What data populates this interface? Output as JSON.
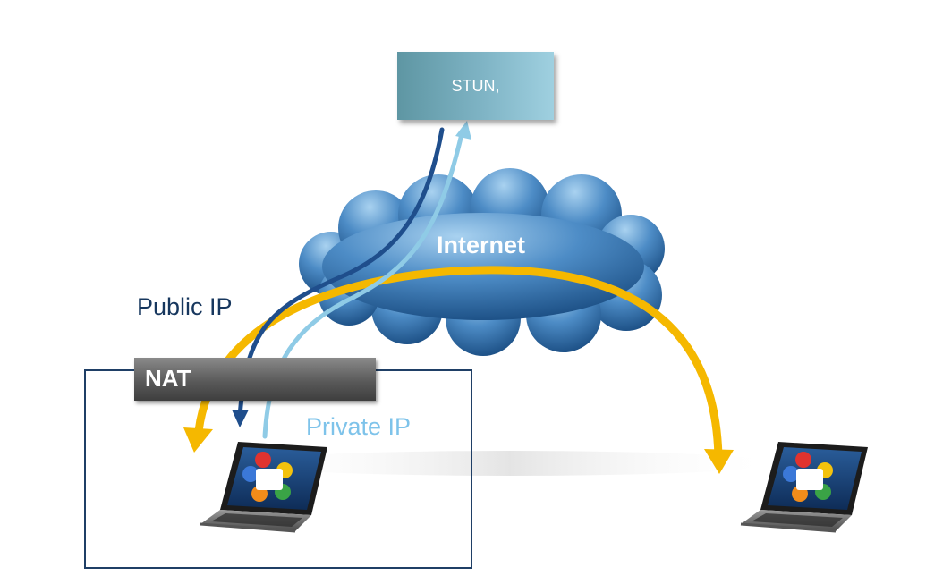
{
  "stun": {
    "label": "STUN,"
  },
  "cloud": {
    "label": "Internet"
  },
  "nat": {
    "label": "NAT"
  },
  "labels": {
    "public_ip": "Public IP",
    "private_ip": "Private IP"
  },
  "colors": {
    "cloud_dark": "#1a4f86",
    "cloud_light": "#7fb6e3",
    "public_arrow": "#1f4e8c",
    "private_arrow": "#8fcbe6",
    "peer_arrow": "#f5b800",
    "nat_border": "#1f3f66",
    "public_text": "#17375e",
    "private_text": "#7ec3ea"
  },
  "icons": {
    "left_laptop": "laptop-icon",
    "right_laptop": "laptop-icon",
    "screen_logo": "webrtc-logo-icon"
  }
}
